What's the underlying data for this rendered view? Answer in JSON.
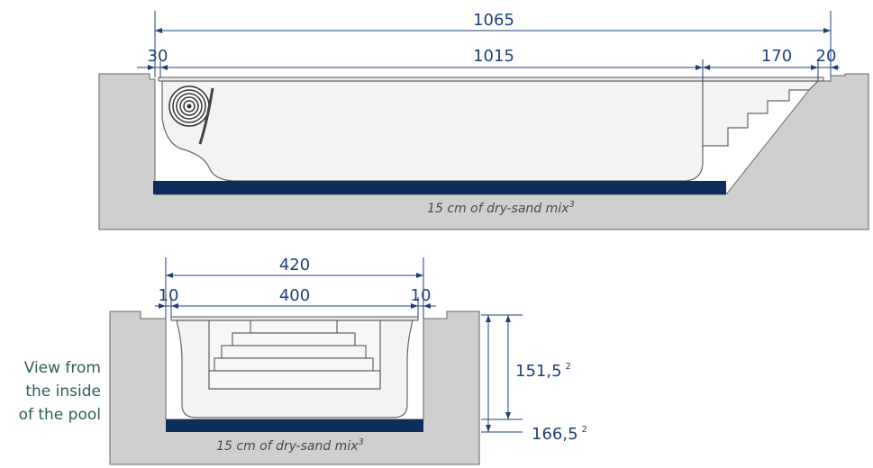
{
  "top_view": {
    "overall_width": "1065",
    "left_edge": "30",
    "pool_length": "1015",
    "stairs_length": "170",
    "right_edge": "20",
    "sand_caption": "15 cm of dry-sand mix",
    "sand_caption_sup": "3"
  },
  "bottom_view": {
    "overall_width": "420",
    "left_edge": "10",
    "pool_width": "400",
    "right_edge": "10",
    "depth_inner": "151,5",
    "depth_inner_sup": "2",
    "depth_outer": "166,5",
    "depth_outer_sup": "2",
    "sand_caption": "15 cm of dry-sand mix",
    "sand_caption_sup": "3"
  },
  "side_label": {
    "line1": "View from",
    "line2": "the inside",
    "line3": "of the pool"
  },
  "colors": {
    "ground": "#cfcfcf",
    "sand_base": "#0d2e5a",
    "dimension_line": "#1f3f7a",
    "side_label": "#2f5d5a"
  }
}
